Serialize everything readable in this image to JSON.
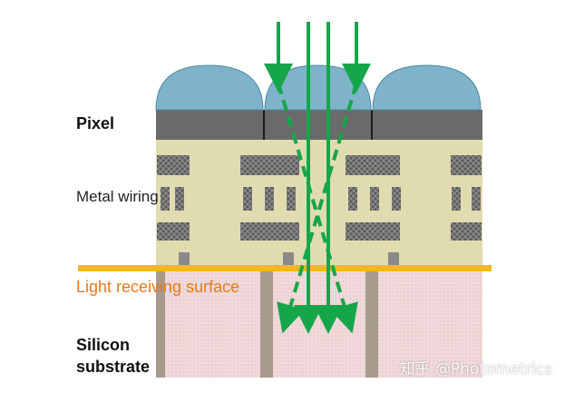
{
  "labels": {
    "pixel": "Pixel",
    "metal_wiring": "Metal wiring",
    "light_receiving_surface": "Light receiving surface",
    "silicon_line1": "Silicon",
    "silicon_line2": "substrate"
  },
  "watermark": "知乎 @Photometrics",
  "colors": {
    "microlens": "#7fb3c9",
    "filter_layer": "#6a6a6a",
    "wiring_layer": "#e1dcb0",
    "metal_pattern": "#5b5b5b",
    "surface_line": "#f2b820",
    "silicon": "#f0d9da",
    "silicon_pillar": "#a89a8d",
    "light_ray": "#16a64a",
    "light_label": "#e67a1a"
  }
}
